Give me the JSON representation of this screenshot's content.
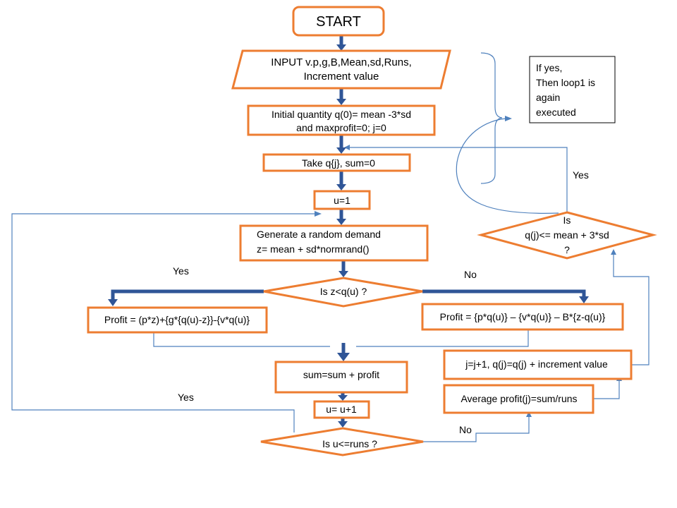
{
  "flowchart": {
    "start": "START",
    "input": [
      "INPUT v.p,g,B,Mean,sd,Runs,",
      "Increment value"
    ],
    "init": [
      "Initial quantity q(0)= mean -3*sd",
      "and maxprofit=0; j=0"
    ],
    "take": "Take q{j}, sum=0",
    "u_init": "u=1",
    "generate": [
      "Generate  a random demand",
      "z= mean + sd*normrand()"
    ],
    "decision_z": "Is z<q(u)  ?",
    "profit_yes": "Profit = (p*z)+{g*{q(u)-z}}-{v*q(u)}",
    "profit_no": "Profit = {p*q(u)}  – {v*q(u)}  – B*{z-q(u)}",
    "sum": "sum=sum + profit",
    "u_inc": "u= u+1",
    "decision_runs": "Is u<=runs  ?",
    "average": "Average profit(j)=sum/runs",
    "increment": "j=j+1,  q(j)=q(j)  + increment value",
    "decision_q": [
      "Is",
      "q(j)<= mean + 3*sd",
      "?"
    ],
    "note": [
      "If yes,",
      "Then loop1 is",
      "again",
      "executed"
    ],
    "labels": {
      "yes_z": "Yes",
      "no_z": "No",
      "yes_runs": "Yes",
      "no_runs": "No",
      "yes_q": "Yes"
    }
  },
  "colors": {
    "box_border": "#ed7d31",
    "thick_arrow": "#2f5597",
    "connector": "#4f81bd"
  }
}
